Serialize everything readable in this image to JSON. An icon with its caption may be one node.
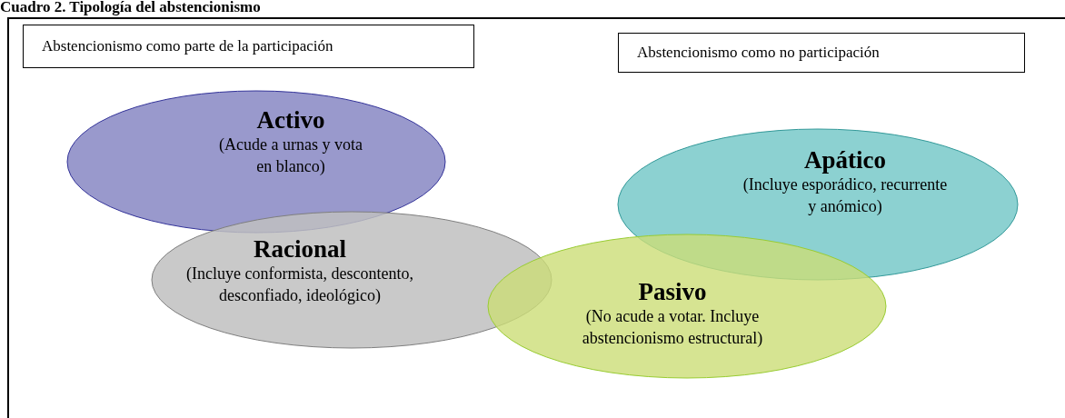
{
  "diagram": {
    "title": "Cuadro 2. Tipología del abstencionismo",
    "nodes": [
      {
        "text": [
          "Abstencionismo como parte de la participación"
        ]
      },
      {
        "text": [
          "Abstencionismo como no participación"
        ]
      },
      {
        "text": [
          "Activo",
          "(Acude a urnas y vota en blanco)"
        ]
      },
      {
        "text": [
          "Racional",
          "(Incluye conformista, descontento, desconfiado, ideológico)"
        ]
      },
      {
        "text": [
          "Apático",
          "(Incluye esporádico, recurrente y anómico)"
        ]
      },
      {
        "text": [
          "Pasivo",
          "(No acude a votar. Incluye abstencionismo estructural)"
        ]
      }
    ],
    "edges": []
  }
}
